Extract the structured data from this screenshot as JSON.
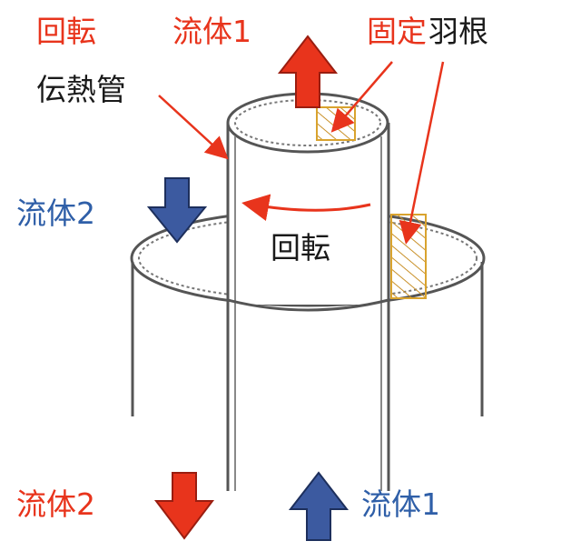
{
  "labels": {
    "rotation_top": "回転",
    "fluid1_top": "流体1",
    "fixed": "固定",
    "vanes": "羽根",
    "heat_tube": "伝熱管",
    "fluid2_left": "流体2",
    "rotation_center": "回転",
    "fluid2_bottom": "流体2",
    "fluid1_bottom": "流体1"
  },
  "colors": {
    "red": "#e8341c",
    "blue": "#2f5fa8",
    "arrow_red": "#e8341c",
    "arrow_blue": "#3c5aa0",
    "vane": "#d9a32e",
    "line": "#555555"
  }
}
